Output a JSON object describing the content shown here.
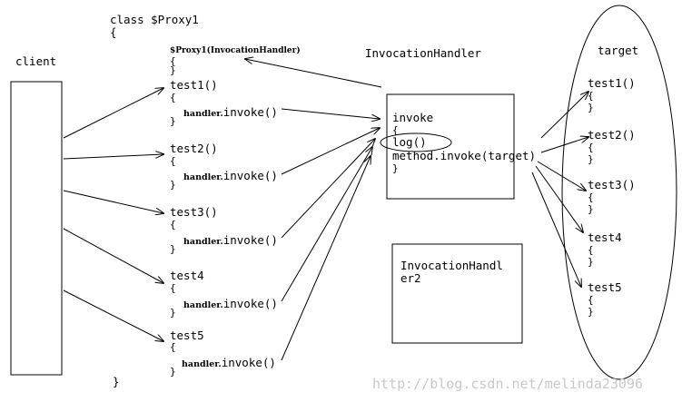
{
  "proxy": {
    "class_line": "class $Proxy1",
    "open_brace": "{",
    "close_brace": "}",
    "ctor_line": "$Proxy1(InvocationHandler)",
    "ctor_open": "{",
    "ctor_close": "}",
    "methods": [
      {
        "name": "test1()",
        "open": "{",
        "handler": "handler.",
        "invoke": "invoke()",
        "close": "}"
      },
      {
        "name": "test2()",
        "open": "{",
        "handler": "handler.",
        "invoke": "invoke()",
        "close": "}"
      },
      {
        "name": "test3()",
        "open": "{",
        "handler": "handler.",
        "invoke": "invoke()",
        "close": "}"
      },
      {
        "name": "test4",
        "open": "{",
        "handler": "handler.",
        "invoke": "invoke()",
        "close": "}"
      },
      {
        "name": "test5",
        "open": "{",
        "handler": "handler.",
        "invoke": "invoke()",
        "close": "}"
      }
    ]
  },
  "client": {
    "label": "client"
  },
  "handler": {
    "title": "InvocationHandler",
    "invoke_line": "invoke",
    "open": "{",
    "log_line": "log()",
    "call_line": "method.invoke(target)",
    "close": "}"
  },
  "handler2": {
    "line1": "InvocationHandl",
    "line2": "er2"
  },
  "target": {
    "label": "target",
    "methods": [
      {
        "name": "test1()",
        "open": "{",
        "close": "}"
      },
      {
        "name": "test2()",
        "open": "{",
        "close": "}"
      },
      {
        "name": "test3()",
        "open": "{",
        "close": "}"
      },
      {
        "name": "test4",
        "open": "{",
        "close": "}"
      },
      {
        "name": "test5",
        "open": "{",
        "close": "}"
      }
    ]
  },
  "watermark": "http://blog.csdn.net/melinda23096"
}
